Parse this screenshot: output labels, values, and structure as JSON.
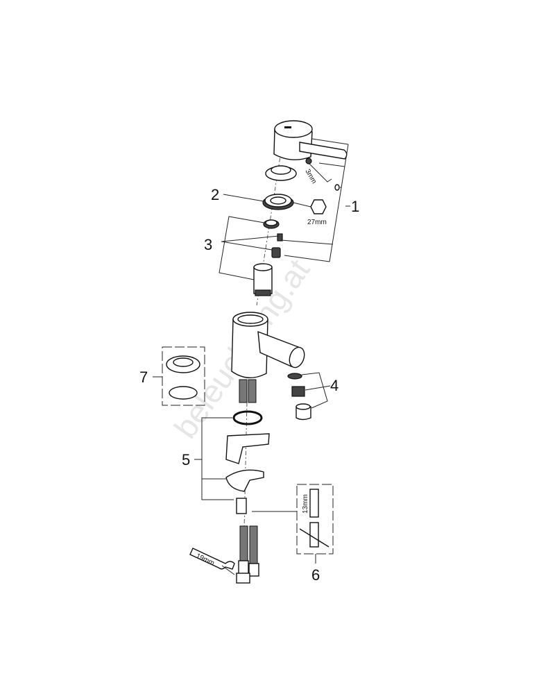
{
  "watermark": "beleuchtung.at",
  "callouts": {
    "c1": "1",
    "c2": "2",
    "c3": "3",
    "c4": "4",
    "c5": "5",
    "c6": "6",
    "c7": "7"
  },
  "dimensions": {
    "hex_key": "3mm",
    "nut": "27mm",
    "socket": "13mm",
    "wrench": "19mm"
  }
}
